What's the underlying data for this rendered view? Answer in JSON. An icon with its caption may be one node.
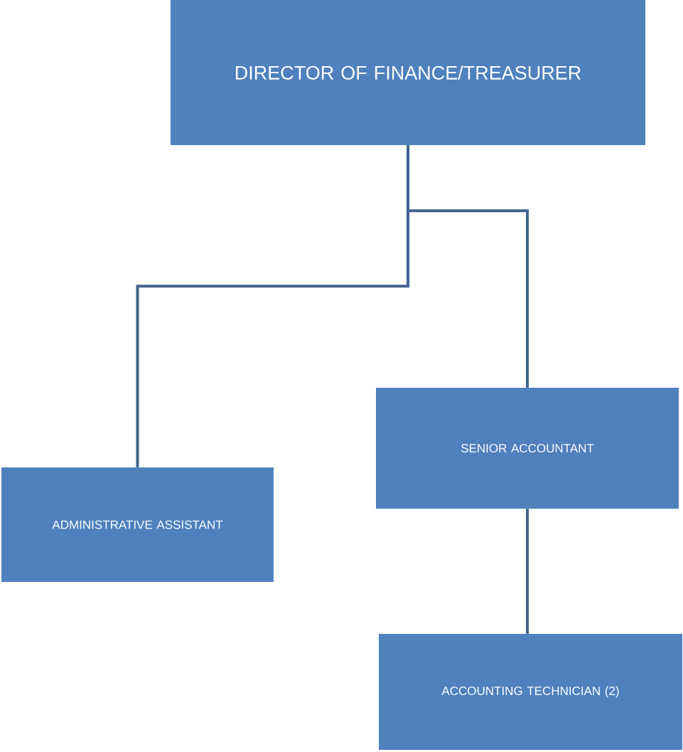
{
  "diagram": {
    "nodes": [
      {
        "text": [
          "DIRECTOR OF FINANCE/TREASURER"
        ]
      },
      {
        "text": [
          "ADMINISTRATIVE ASSISTANT"
        ]
      },
      {
        "text": [
          "SENIOR ACCOUNTANT"
        ]
      },
      {
        "text": [
          "ACCOUNTING TECHNICIAN (2)"
        ]
      }
    ],
    "edges": [
      {
        "from": 0,
        "to": 1,
        "arrow": "none"
      },
      {
        "from": 0,
        "to": 2,
        "arrow": "none"
      },
      {
        "from": 2,
        "to": 3,
        "arrow": "none"
      }
    ]
  }
}
